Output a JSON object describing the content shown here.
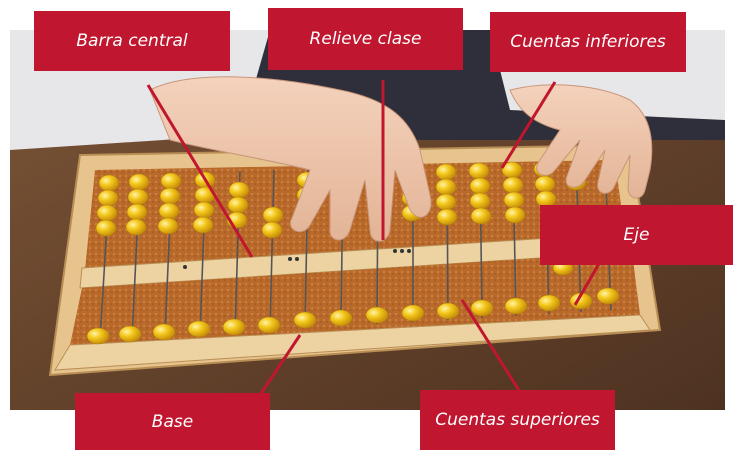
{
  "labels": {
    "barra_central": "Barra central",
    "relieve_clase": "Relieve clase",
    "cuentas_inferiores": "Cuentas inferiores",
    "eje": "Eje",
    "base": "Base",
    "cuentas_superiores": "Cuentas superiores"
  },
  "colors": {
    "label_bg": "#c0162f",
    "label_text": "#ffffff",
    "wood_frame": "#e9c58f",
    "bead": "#f2c21a",
    "cork": "#b86a2a",
    "table": "#6e4a30"
  }
}
